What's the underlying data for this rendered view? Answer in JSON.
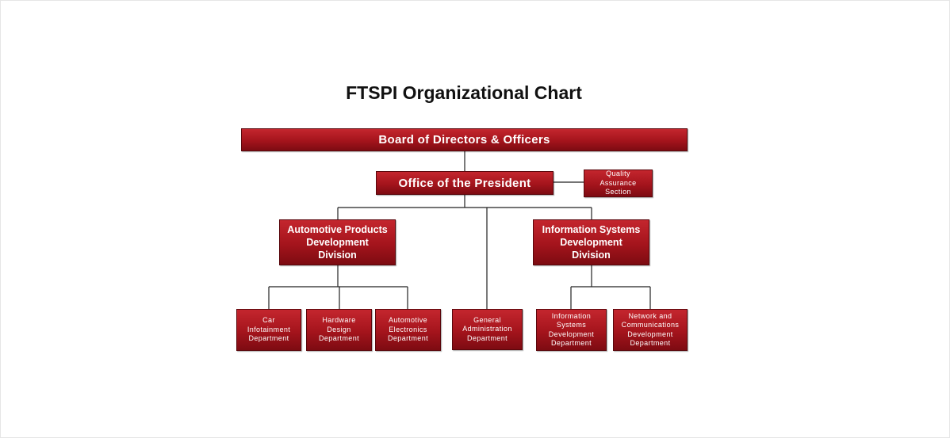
{
  "chart": {
    "title": "FTSPI Organizational Chart",
    "board": "Board of Directors & Officers",
    "president": "Office of the President",
    "qa": "Quality\nAssurance\nSection",
    "apd": "Automotive Products\nDevelopment\nDivision",
    "isd": "Information Systems\nDevelopment\nDivision",
    "departments": {
      "car_infotainment": "Car\nInfotainment\nDepartment",
      "hardware_design": "Hardware\nDesign\nDepartment",
      "automotive_electronics": "Automotive\nElectronics\nDepartment",
      "general_admin": "General\nAdministration\nDepartment",
      "information_systems": "Information\nSystems\nDevelopment\nDepartment",
      "network_comm": "Network and\nCommunications\nDevelopment\nDepartment"
    }
  },
  "colors": {
    "box": "#a4141c",
    "box_border": "#5a070c",
    "text": "#ffffff",
    "line": "#222222"
  }
}
